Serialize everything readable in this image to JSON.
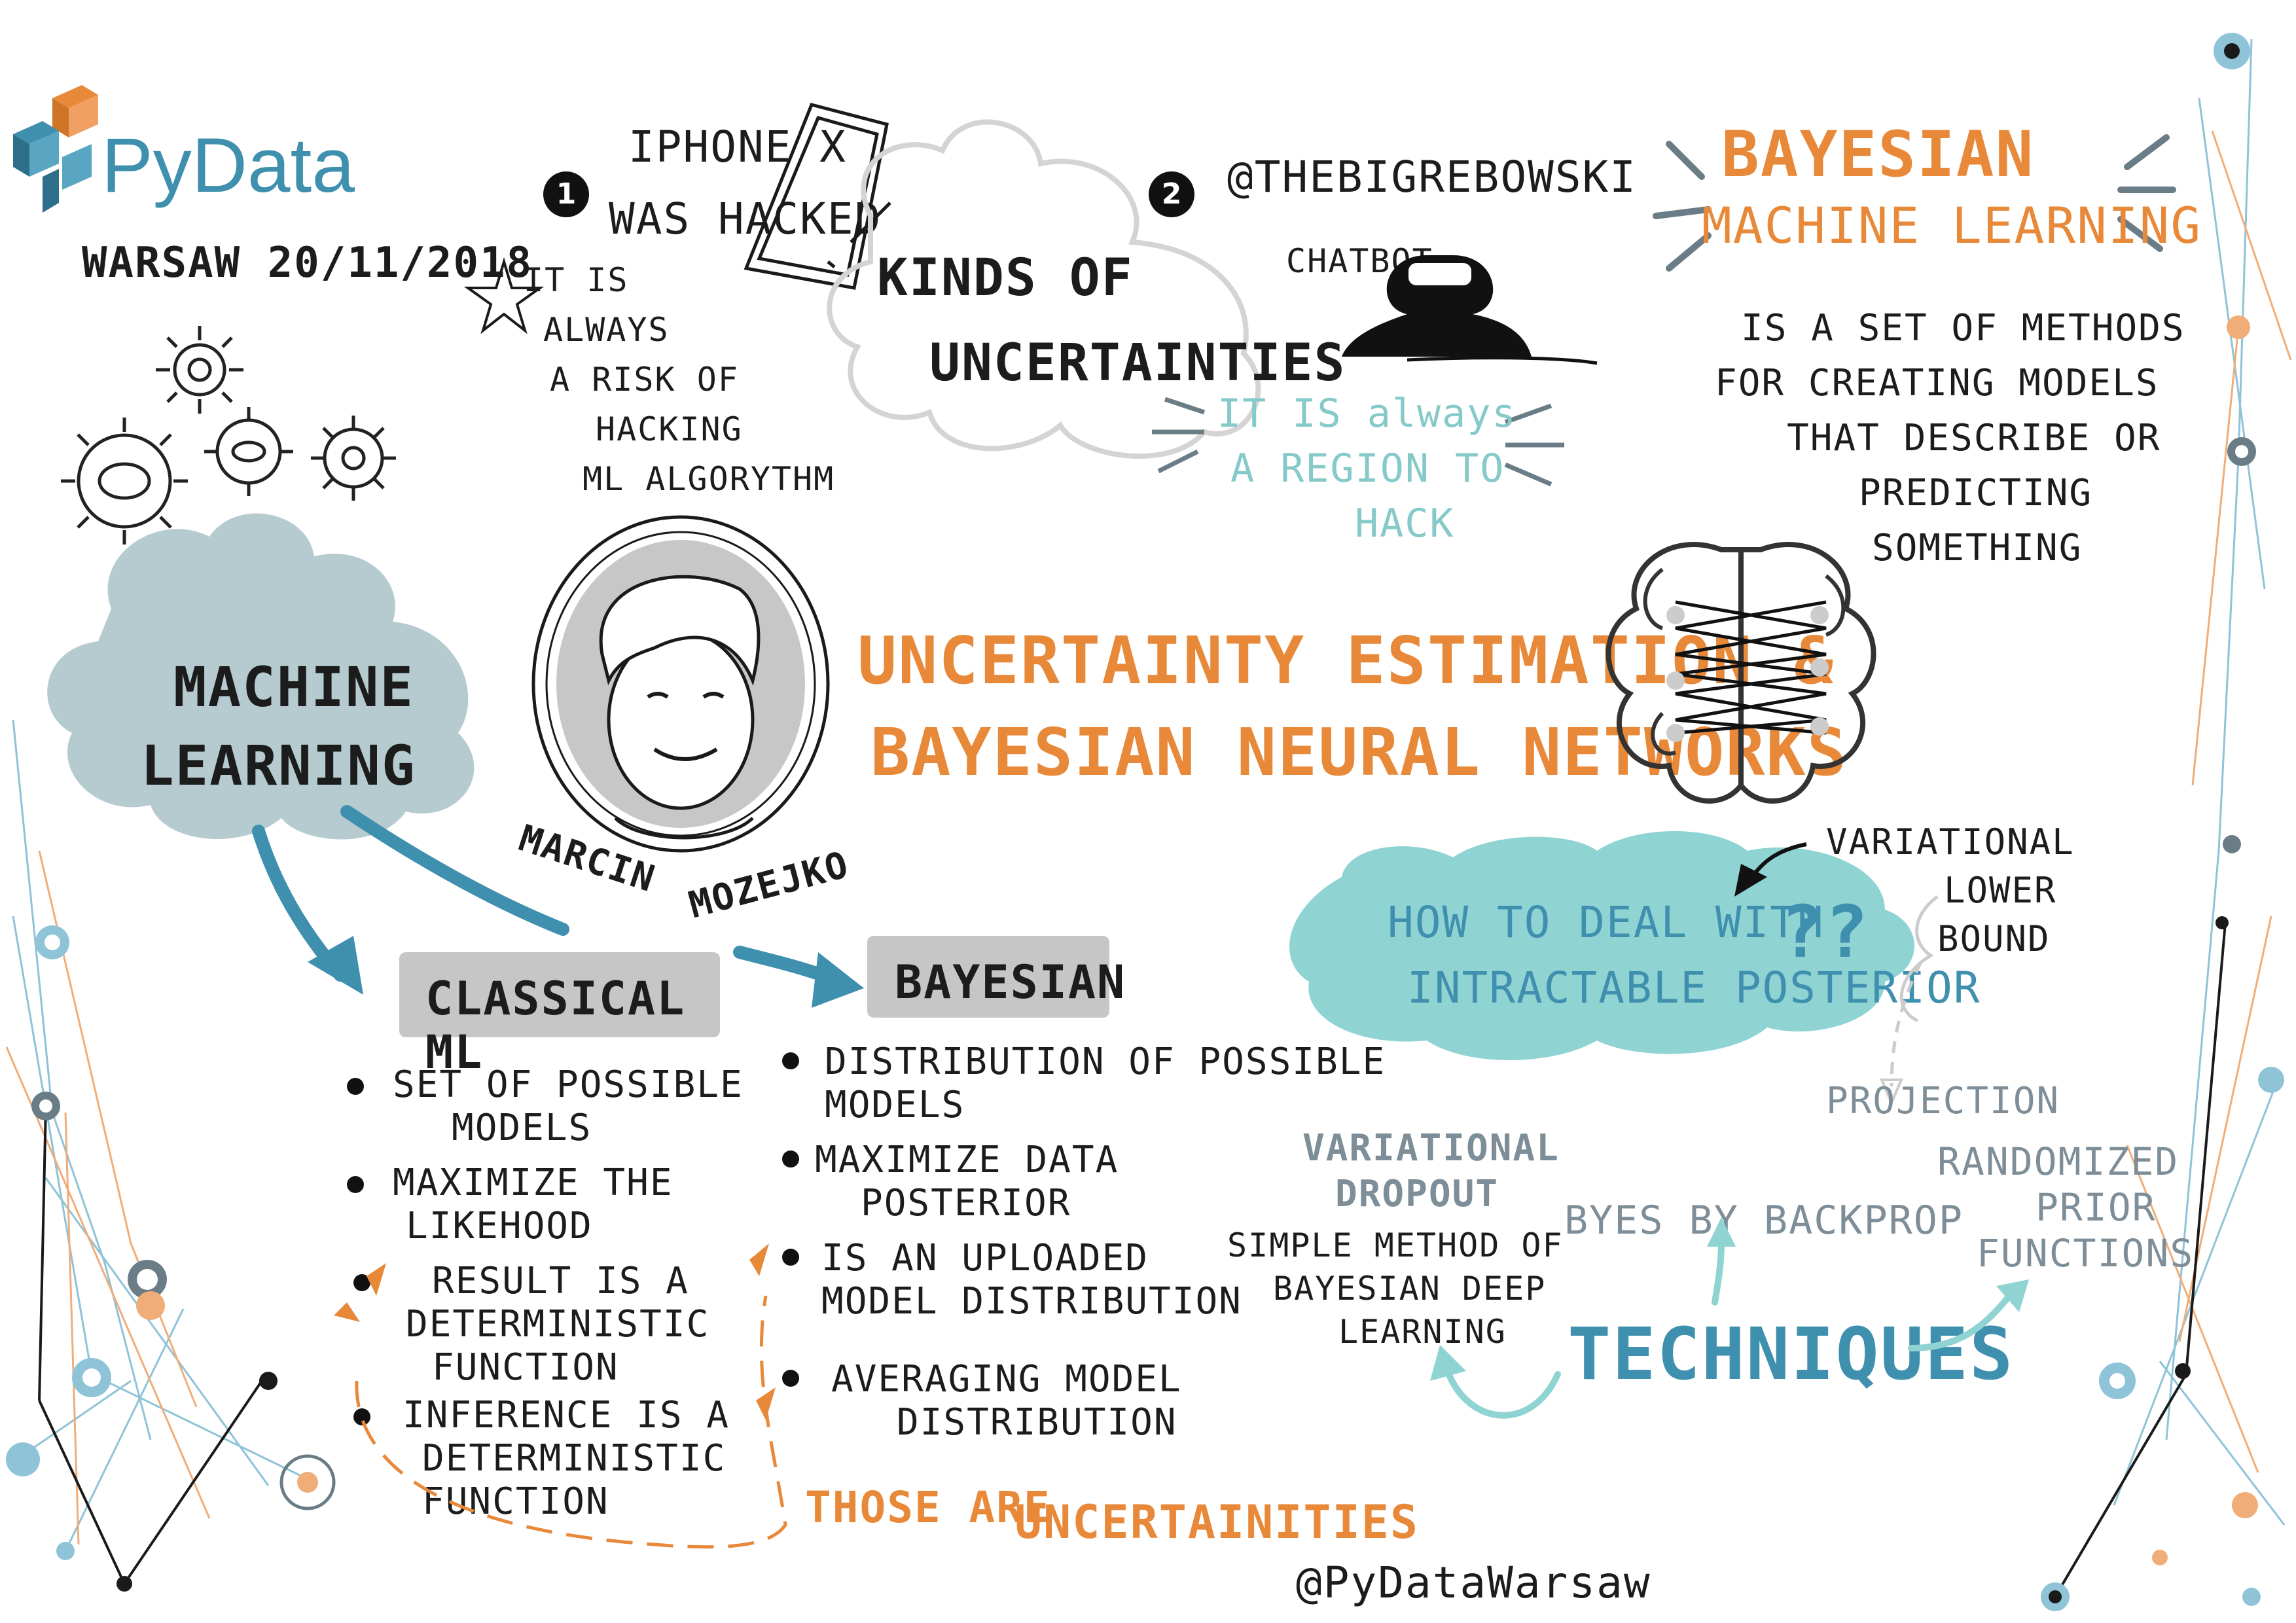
{
  "header": {
    "logo_text": "PyData",
    "event": "WARSAW 20/11/2018",
    "handle": "@PyDataWarsaw"
  },
  "title": {
    "line1": "UNCERTAINTY ESTIMATION &",
    "line2": "BAYESIAN NEURAL NETWORKS"
  },
  "speaker": {
    "first": "MARCIN",
    "last": "MOZEJKO"
  },
  "uncertainties": {
    "item1_num": "1",
    "item1_text": [
      "IPHONE X",
      "WAS HACKED"
    ],
    "star_note": [
      "IT IS",
      "ALWAYS",
      "A RISK OF",
      "HACKING",
      "ML ALGORYTHM"
    ],
    "cloud_text": [
      "KINDS OF",
      "UNCERTAINTIES"
    ],
    "item2_num": "2",
    "item2_text": "@THEBIGREBOWSKI",
    "chatbot": "CHATBOT",
    "region_note": [
      "IT IS always",
      "A REGION TO",
      "HACK"
    ]
  },
  "bml": {
    "title1": "BAYESIAN",
    "title2": "MACHINE LEARNING",
    "desc": [
      "IS A SET OF METHODS",
      "FOR CREATING MODELS",
      "THAT DESCRIBE OR",
      "PREDICTING",
      "SOMETHING"
    ]
  },
  "ml_cloud": [
    "MACHINE",
    "LEARNING"
  ],
  "classical": {
    "title": "CLASSICAL ML",
    "items": [
      [
        "SET OF POSSIBLE",
        "MODELS"
      ],
      [
        "MAXIMIZE THE",
        "LIKEHOOD"
      ],
      [
        "RESULT IS A",
        "DETERMINISTIC",
        "FUNCTION"
      ],
      [
        "INFERENCE IS A",
        "DETERMINISTIC",
        "FUNCTION"
      ]
    ]
  },
  "bayesian": {
    "title": "BAYESIAN",
    "items": [
      [
        "DISTRIBUTION OF POSSIBLE",
        "MODELS"
      ],
      [
        "MAXIMIZE DATA",
        "POSTERIOR"
      ],
      [
        "IS AN UPLOADED",
        "MODEL DISTRIBUTION"
      ],
      [
        "AVERAGING MODEL",
        "DISTRIBUTION"
      ]
    ],
    "footer1": "THOSE ARE",
    "footer2": "UNCERTAINITIES"
  },
  "posterior": {
    "text": [
      "HOW TO DEAL WITH",
      "INTRACTABLE POSTERIOR"
    ],
    "marks": "??",
    "vlb": [
      "VARIATIONAL",
      "LOWER",
      "BOUND"
    ],
    "projection": "PROJECTION"
  },
  "techniques": {
    "title": "TECHNIQUES",
    "dropout": [
      "VARIATIONAL",
      "DROPOUT"
    ],
    "dropout_desc": [
      "SIMPLE METHOD OF",
      "BAYESIAN DEEP",
      "LEARNING"
    ],
    "byes": "BYES BY BACKPROP",
    "randomized": [
      "RANDOMIZED",
      "PRIOR",
      "FUNCTIONS"
    ]
  },
  "colors": {
    "orange": "#e8893a",
    "teal_light": "#86c9c9",
    "blue": "#3f8fae",
    "cloud_gray": "#b5cbd0",
    "cloud_teal": "#8fd3d3",
    "box_gray": "#c6c6c6"
  }
}
